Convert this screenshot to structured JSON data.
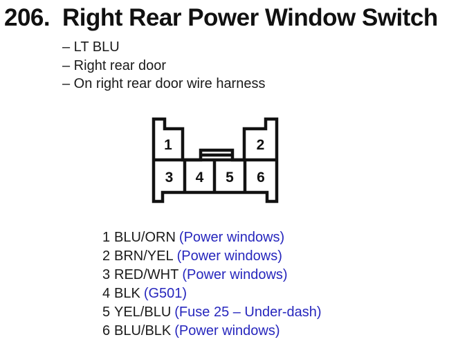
{
  "colors": {
    "circuit_link_blue": "#2626bd",
    "diagram_line": "#121212",
    "text": "#141414",
    "background": "#ffffff"
  },
  "header": {
    "item_number": "206.",
    "title": "Right Rear Power Window Switch"
  },
  "notes": [
    "– LT BLU",
    "– Right rear door",
    "– On right rear door wire harness"
  ],
  "connector": {
    "cavities": [
      "1",
      "2",
      "3",
      "4",
      "5",
      "6"
    ]
  },
  "pins": [
    {
      "number": "1",
      "wire_color": "BLU/ORN",
      "circuit": "(Power windows)"
    },
    {
      "number": "2",
      "wire_color": "BRN/YEL",
      "circuit": "(Power windows)"
    },
    {
      "number": "3",
      "wire_color": "RED/WHT",
      "circuit": "(Power windows)"
    },
    {
      "number": "4",
      "wire_color": "BLK",
      "circuit": "(G501)"
    },
    {
      "number": "5",
      "wire_color": "YEL/BLU",
      "circuit": "(Fuse 25 – Under-dash)"
    },
    {
      "number": "6",
      "wire_color": "BLU/BLK",
      "circuit": "(Power windows)"
    }
  ]
}
